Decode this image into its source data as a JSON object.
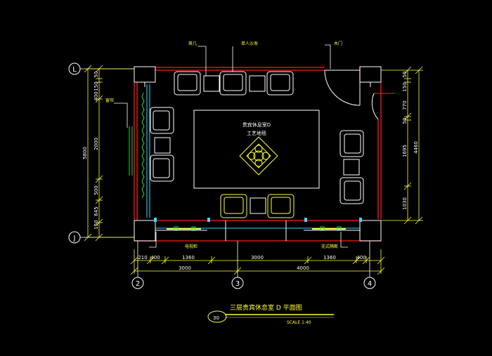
{
  "title": "三层贵宾休息室 D 平面图",
  "scale": "SCALE 1:40",
  "drawing_no": "30",
  "room_label": "贵宾休息室D",
  "carpet_label": "工艺地毯",
  "callouts": {
    "tea_table": "茶几",
    "sofa": "单人沙发",
    "door": "木门",
    "curtain": "窗帘",
    "left_bottom": "电视柜",
    "right_bottom": "花式隔断"
  },
  "grid": {
    "row_top": "L",
    "row_bottom": "J",
    "col_left": "2",
    "col_mid": "3",
    "col_right": "4"
  },
  "dims_bottom_detail": [
    "210",
    "400",
    "1360",
    "3000",
    "1360",
    "400"
  ],
  "dims_bottom_total": [
    "3000",
    "4000"
  ],
  "dims_left_detail": [
    "50",
    "150",
    "400",
    "2000",
    "500",
    "645",
    "150"
  ],
  "dims_left_total": "5800",
  "dims_right_detail": [
    "50",
    "150",
    "770",
    "50",
    "1695",
    "1030"
  ],
  "dims_right_total": "4460",
  "colors": {
    "wall": "#ff1c1c",
    "line": "#ffffff",
    "dim": "#ffff33",
    "cyan": "#36d9ff",
    "green": "#22e13a"
  }
}
